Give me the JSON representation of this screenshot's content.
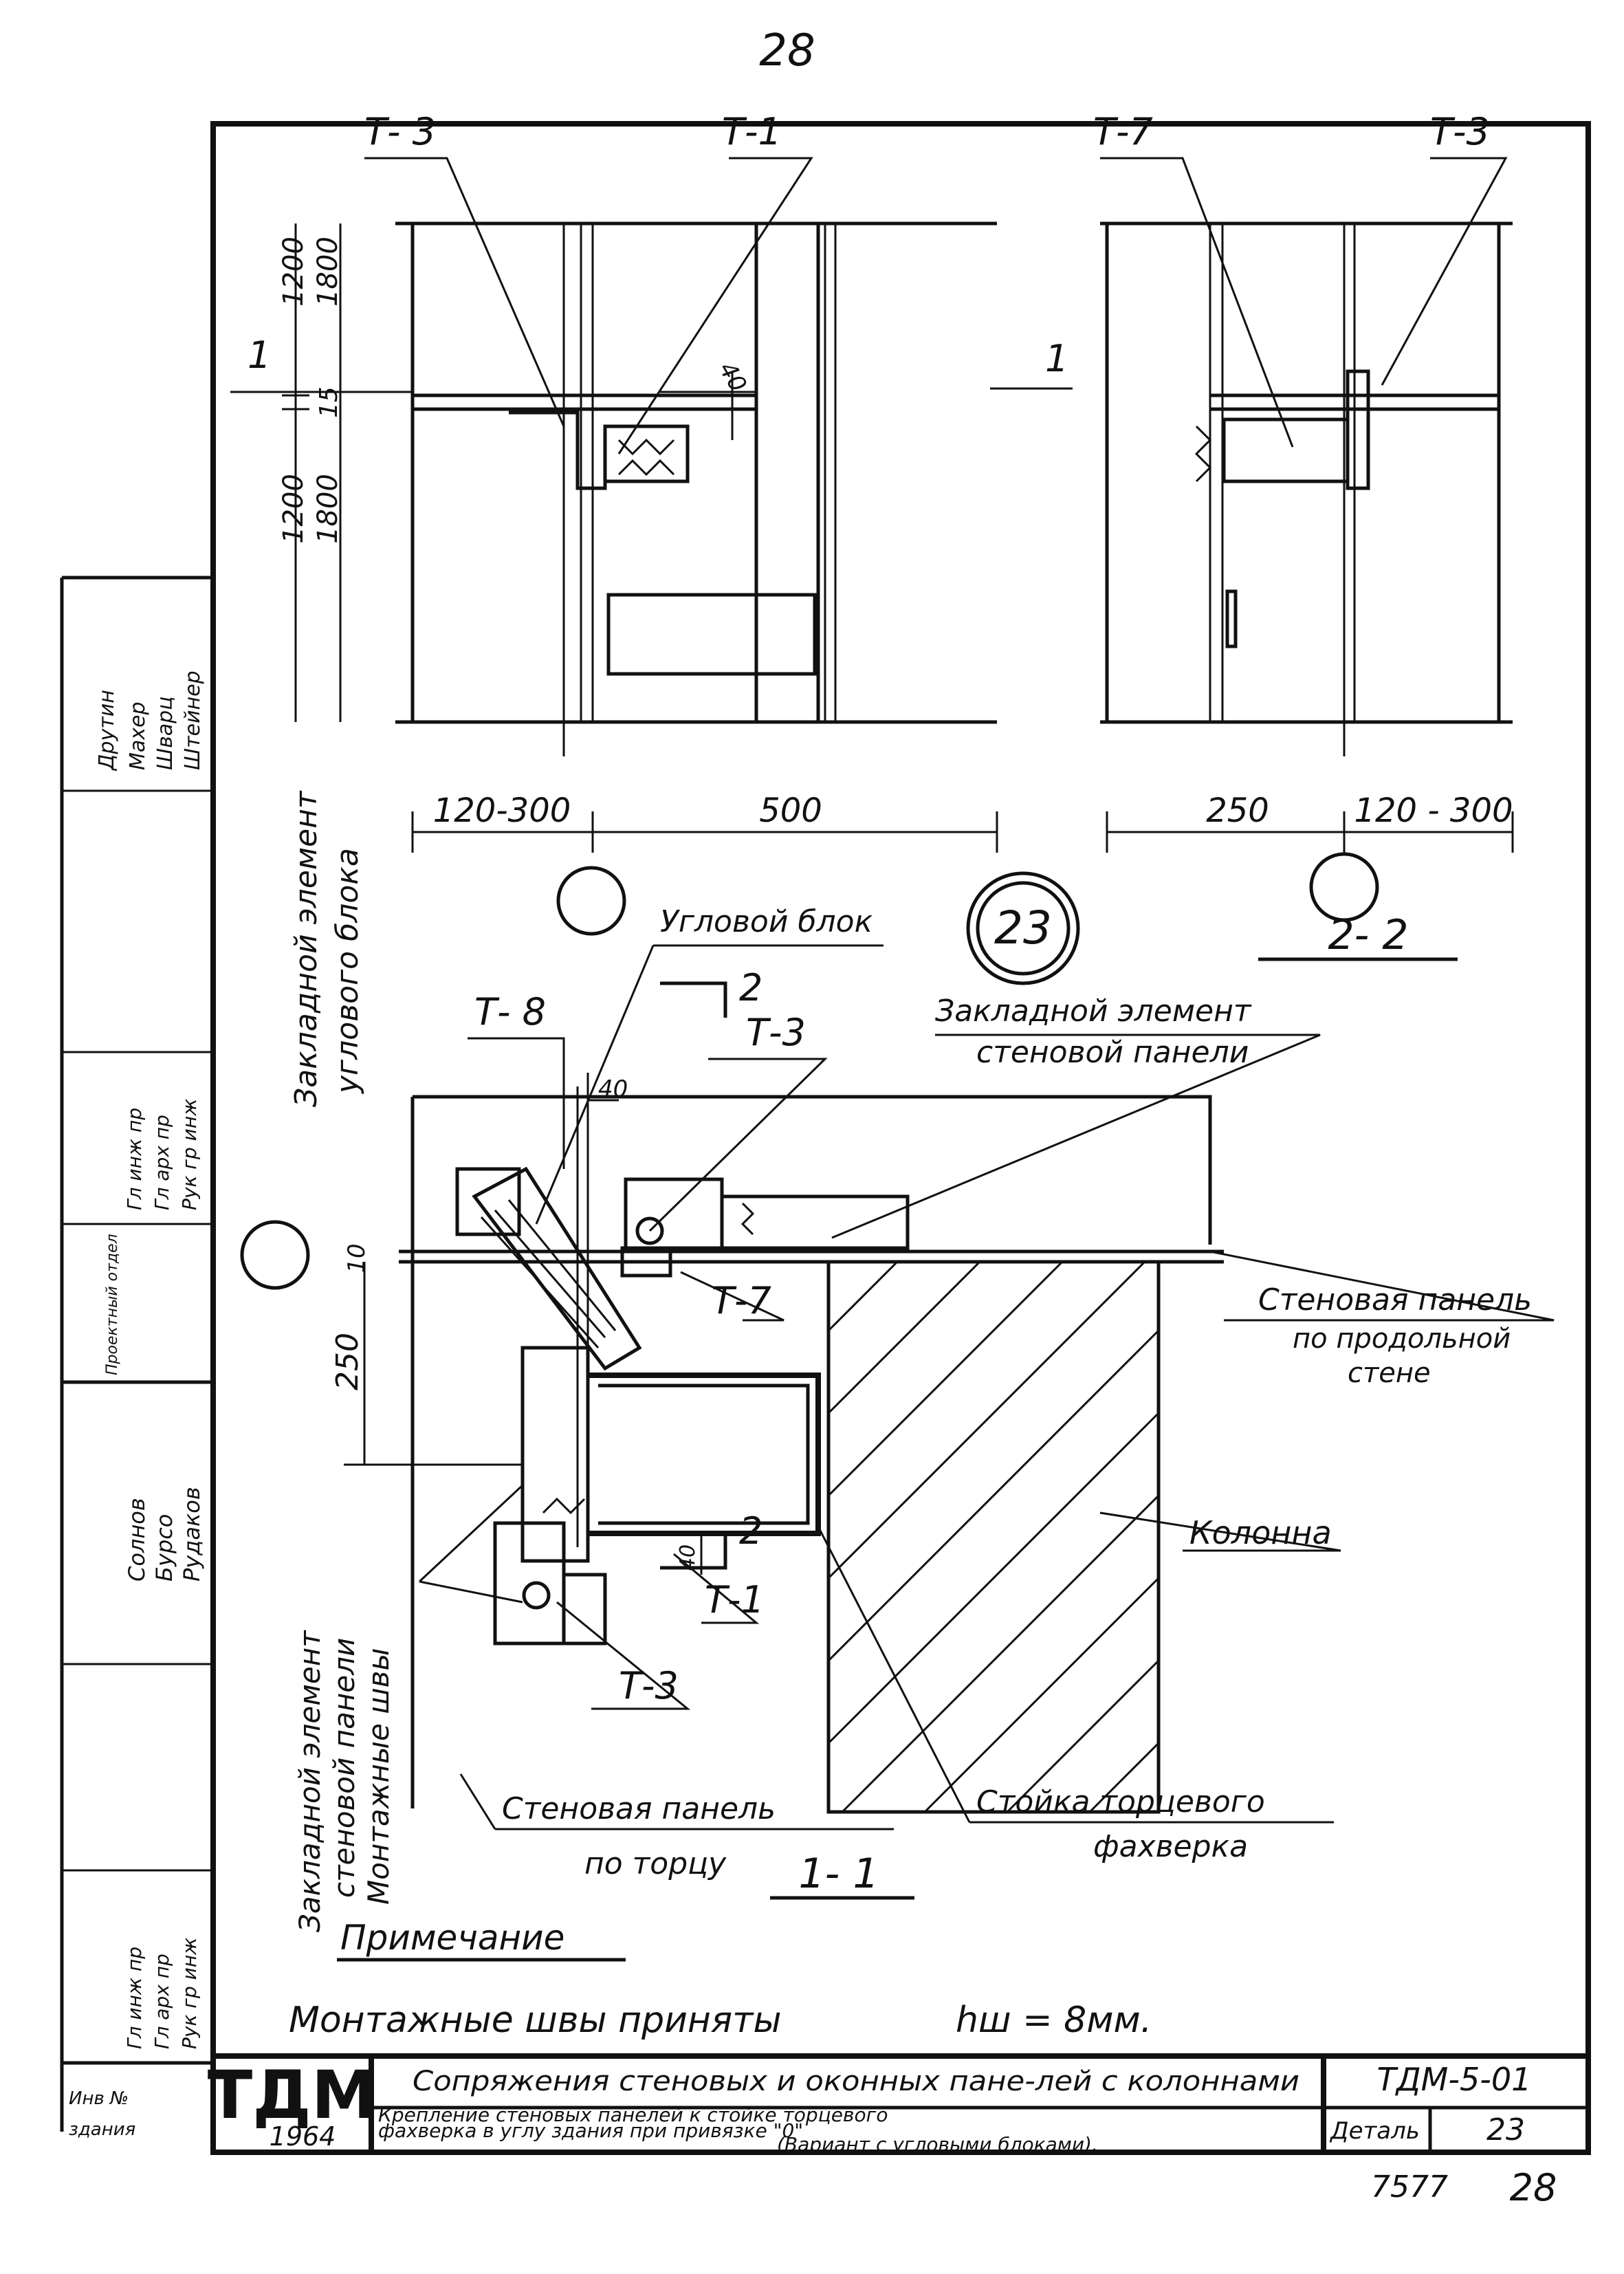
{
  "page_number": "28",
  "sheet_number_bottom": "28",
  "archive_number": "7577",
  "marker_labels": {
    "t3_a": "Т- 3",
    "t1_a": "Т-1",
    "t7_a": "Т-7",
    "t3_b": "Т-3",
    "t8": "Т- 8",
    "t3_c": "Т-3",
    "t7_b": "Т-7",
    "t1_b": "Т-1",
    "t3_d": "Т-3"
  },
  "dimensions": {
    "d1200a": "1200",
    "d1800a": "1800",
    "d1200b": "1200",
    "d1800b": "1800",
    "d15": "15",
    "d40a": "40",
    "d120_300a": "120-300",
    "d500": "500",
    "d250a": "250",
    "d120_300b": "120 - 300",
    "d40b": "40",
    "d10": "10",
    "d250b": "250",
    "d40c": "40"
  },
  "section_marks": {
    "one_a": "1",
    "one_b": "1",
    "two_a": "2",
    "two_b": "2"
  },
  "detail_number": "23",
  "section_titles": {
    "section_2_2": "2- 2",
    "section_1_1": "1- 1"
  },
  "callouts": {
    "corner_block": "Угловой блок",
    "embedded_wall_panel_1": "Закладной элемент",
    "embedded_wall_panel_2": "стеновой панели",
    "embedded_corner_block_1": "Закладной элемент",
    "embedded_corner_block_2": "углового блока",
    "wall_panel_long_1": "Стеновая панель",
    "wall_panel_long_2": "по продольной",
    "wall_panel_long_3": "стене",
    "column": "Колонна",
    "wall_panel_end_1": "Стеновая панель",
    "wall_panel_end_2": "по торцу",
    "rack_1": "Стойка торцевого",
    "rack_2": "фахверка",
    "embedded_left_1": "Закладной элемент",
    "embedded_left_2": "стеновой панели",
    "embedded_left_3": "Монтажные швы"
  },
  "note": {
    "title": "Примечание",
    "text": "Монтажные швы приняты",
    "formula": "hш = 8мм."
  },
  "title_block": {
    "logo": "ТДМ",
    "year": "1964",
    "title_main": "Сопряжения стеновых и оконных пане-лей с колоннами",
    "title_sub_1": "Крепление стеновых панелей к стойке торцевого",
    "title_sub_2": "фахверка в углу здания при привязке \"0\"",
    "title_sub_3": "(Вариант с угловыми блоками).",
    "code": "ТДМ-5-01",
    "detail_label": "Деталь",
    "detail_value": "23"
  },
  "side_stamp": {
    "row1": [
      "Друтин",
      "Махер",
      "Шварц",
      "Штейнер"
    ],
    "row2": [
      "Гл инж пр",
      "Гл арх пр",
      "Рук гр инж"
    ],
    "row3": [
      "Солнов",
      "Бурсо",
      "Рудаков"
    ],
    "row4": [
      "Гл инж пр",
      "Гл арх пр",
      "Рук гр инж"
    ],
    "extra": [
      "Проектный отдел",
      "Инв №",
      "здания"
    ]
  }
}
